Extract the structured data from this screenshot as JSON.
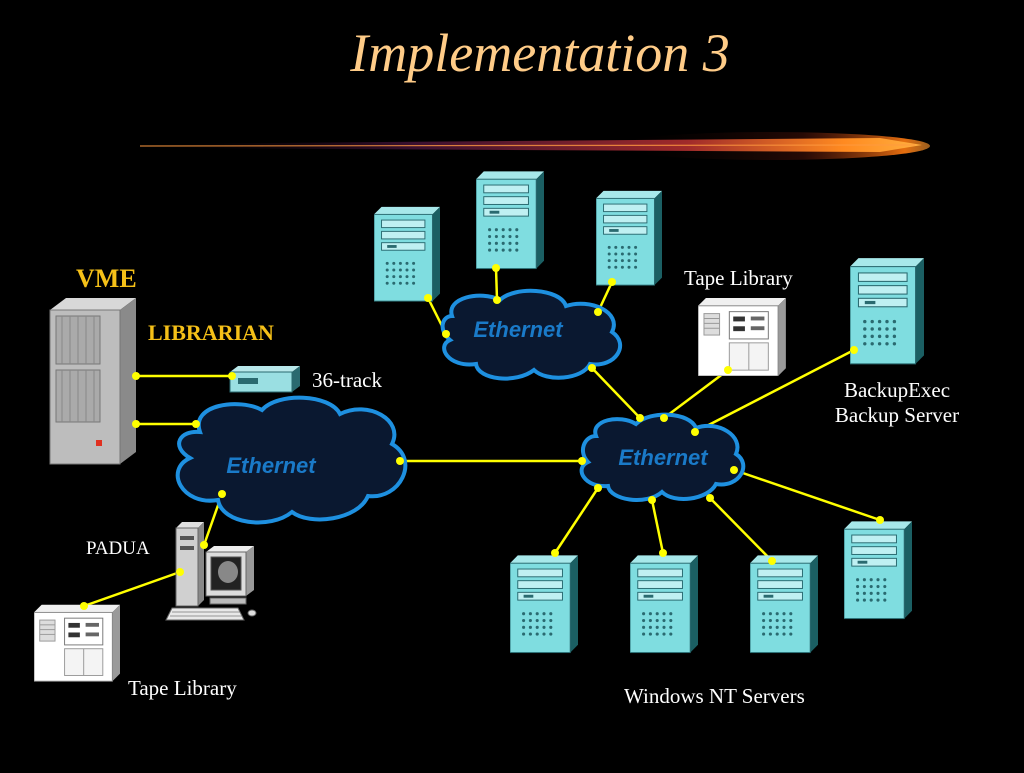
{
  "slide": {
    "title": "Implementation 3"
  },
  "labels": {
    "vme": "VME",
    "librarian": "LIBRARIAN",
    "track": "36-track",
    "padua": "PADUA",
    "tape_library_top": "Tape Library",
    "tape_library_bottom": "Tape Library",
    "backup_line1": "BackupExec",
    "backup_line2": "Backup Server",
    "nt_servers": "Windows NT Servers"
  },
  "networks": {
    "left": "Ethernet",
    "top": "Ethernet",
    "right": "Ethernet"
  },
  "colors": {
    "background": "#000000",
    "title": "#ffcc88",
    "accent_label": "#f5c018",
    "link": "#ffff00",
    "cloud_fill": "#0a1830",
    "cloud_stroke": "#1e90e0",
    "server_front": "#7fdde0",
    "server_side": "#1b5f63"
  },
  "icons": {
    "mainframe": "mainframe-icon",
    "server": "tower-server-icon",
    "tape_library": "tape-library-icon",
    "workstation": "workstation-icon",
    "tape_drive": "tape-drive-icon",
    "network": "ethernet-cloud-icon"
  }
}
